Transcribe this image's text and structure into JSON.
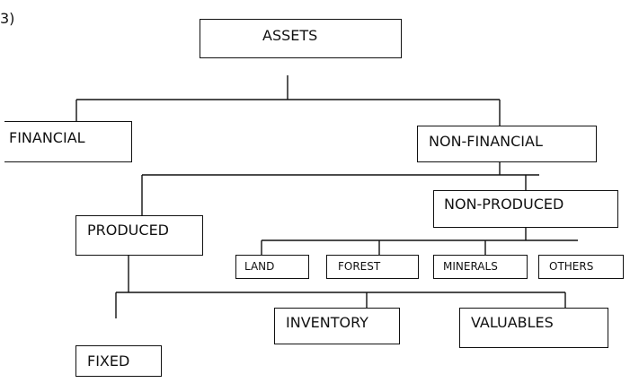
{
  "question_number": "3)",
  "nodes": {
    "assets": "ASSETS",
    "financial": "FINANCIAL",
    "non_financial": "NON-FINANCIAL",
    "produced": "PRODUCED",
    "non_produced": "NON-PRODUCED",
    "land": "LAND",
    "forest": "FOREST",
    "minerals": "MINERALS",
    "others": "OTHERS",
    "fixed": "FIXED",
    "inventory": "INVENTORY",
    "valuables": "VALUABLES"
  }
}
